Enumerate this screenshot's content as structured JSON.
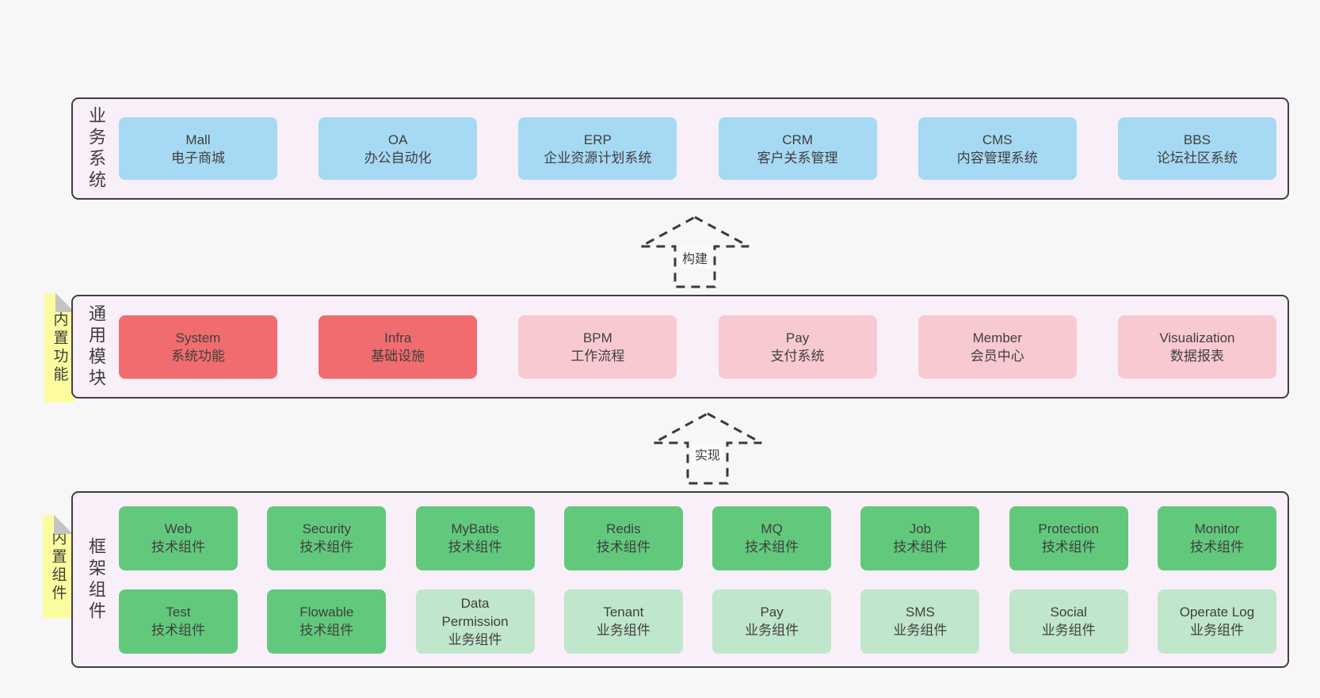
{
  "colors": {
    "page_bg": "#f7f7f7",
    "container_bg": "#f9eff9",
    "container_border": "#404040",
    "blue_box": "#a6d9f3",
    "red_box": "#f16c6e",
    "pink_box": "#f9c9d2",
    "green_box": "#62c97c",
    "light_green_box": "#c0e6cb",
    "sticky_tab": "#fcfc9f",
    "fold_gray": "#c4c4c4",
    "text": "#3d3d3d"
  },
  "layer_business": {
    "label": "业务系统",
    "boxes": [
      {
        "en": "Mall",
        "zh": "电子商城"
      },
      {
        "en": "OA",
        "zh": "办公自动化"
      },
      {
        "en": "ERP",
        "zh": "企业资源计划系统"
      },
      {
        "en": "CRM",
        "zh": "客户关系管理"
      },
      {
        "en": "CMS",
        "zh": "内容管理系统"
      },
      {
        "en": "BBS",
        "zh": "论坛社区系统"
      }
    ]
  },
  "arrow_build": {
    "label": "构建"
  },
  "layer_modules": {
    "label": "通用模块",
    "tab": "内置功能",
    "boxes": [
      {
        "en": "System",
        "zh": "系统功能"
      },
      {
        "en": "Infra",
        "zh": "基础设施"
      },
      {
        "en": "BPM",
        "zh": "工作流程"
      },
      {
        "en": "Pay",
        "zh": "支付系统"
      },
      {
        "en": "Member",
        "zh": "会员中心"
      },
      {
        "en": "Visualization",
        "zh": "数据报表"
      }
    ]
  },
  "arrow_implement": {
    "label": "实现"
  },
  "layer_components": {
    "label": "框架组件",
    "tab": "内置组件",
    "row1": [
      {
        "en": "Web",
        "zh": "技术组件"
      },
      {
        "en": "Security",
        "zh": "技术组件"
      },
      {
        "en": "MyBatis",
        "zh": "技术组件"
      },
      {
        "en": "Redis",
        "zh": "技术组件"
      },
      {
        "en": "MQ",
        "zh": "技术组件"
      },
      {
        "en": "Job",
        "zh": "技术组件"
      },
      {
        "en": "Protection",
        "zh": "技术组件"
      },
      {
        "en": "Monitor",
        "zh": "技术组件"
      }
    ],
    "row2": [
      {
        "en": "Test",
        "zh": "技术组件"
      },
      {
        "en": "Flowable",
        "zh": "技术组件"
      },
      {
        "en": "Data\nPermission",
        "zh": "业务组件"
      },
      {
        "en": "Tenant",
        "zh": "业务组件"
      },
      {
        "en": "Pay",
        "zh": "业务组件"
      },
      {
        "en": "SMS",
        "zh": "业务组件"
      },
      {
        "en": "Social",
        "zh": "业务组件"
      },
      {
        "en": "Operate Log",
        "zh": "业务组件"
      }
    ]
  }
}
